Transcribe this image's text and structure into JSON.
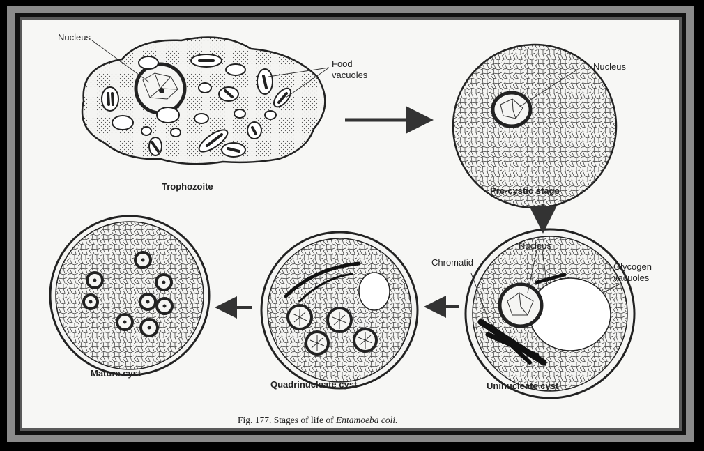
{
  "labels": {
    "nucleus_1": "Nucleus",
    "food_vacuoles_line1": "Food",
    "food_vacuoles_line2": "vacuoles",
    "nucleus_2": "Nucleus",
    "nucleus_3": "Nucleus",
    "chromatid": "Chromatid",
    "glycogen_line1": "Glycogen",
    "glycogen_line2": "vacuoles"
  },
  "stages": {
    "trophozoite": "Trophozoite",
    "precystic": "Pre-cystic stage",
    "uninucleate": "Uninucleate  cyst",
    "quadrinucleate": "Quadrinucleate cyst",
    "mature": "Mature cyst"
  },
  "caption": {
    "prefix": "Fig. 177. Stages of life of ",
    "organism": "Entamoeba coli."
  }
}
